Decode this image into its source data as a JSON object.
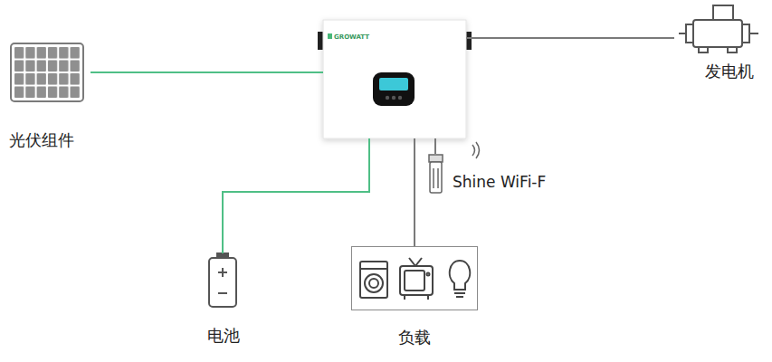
{
  "diagram": {
    "nodes": [
      {
        "text": [
          "光伏组件"
        ]
      },
      {
        "text": [
          "GROWATT"
        ]
      },
      {
        "text": [
          "发电机"
        ]
      },
      {
        "text": [
          "Shine WiFi-F"
        ]
      },
      {
        "text": [
          "电池"
        ]
      },
      {
        "text": [
          "负载"
        ]
      }
    ],
    "edges": [
      {
        "from": 0,
        "to": 1,
        "arrow": "none"
      },
      {
        "from": 1,
        "to": 2,
        "arrow": "none"
      },
      {
        "from": 1,
        "to": 3,
        "arrow": "none"
      },
      {
        "from": 1,
        "to": 4,
        "arrow": "none"
      },
      {
        "from": 1,
        "to": 5,
        "arrow": "none"
      }
    ]
  }
}
